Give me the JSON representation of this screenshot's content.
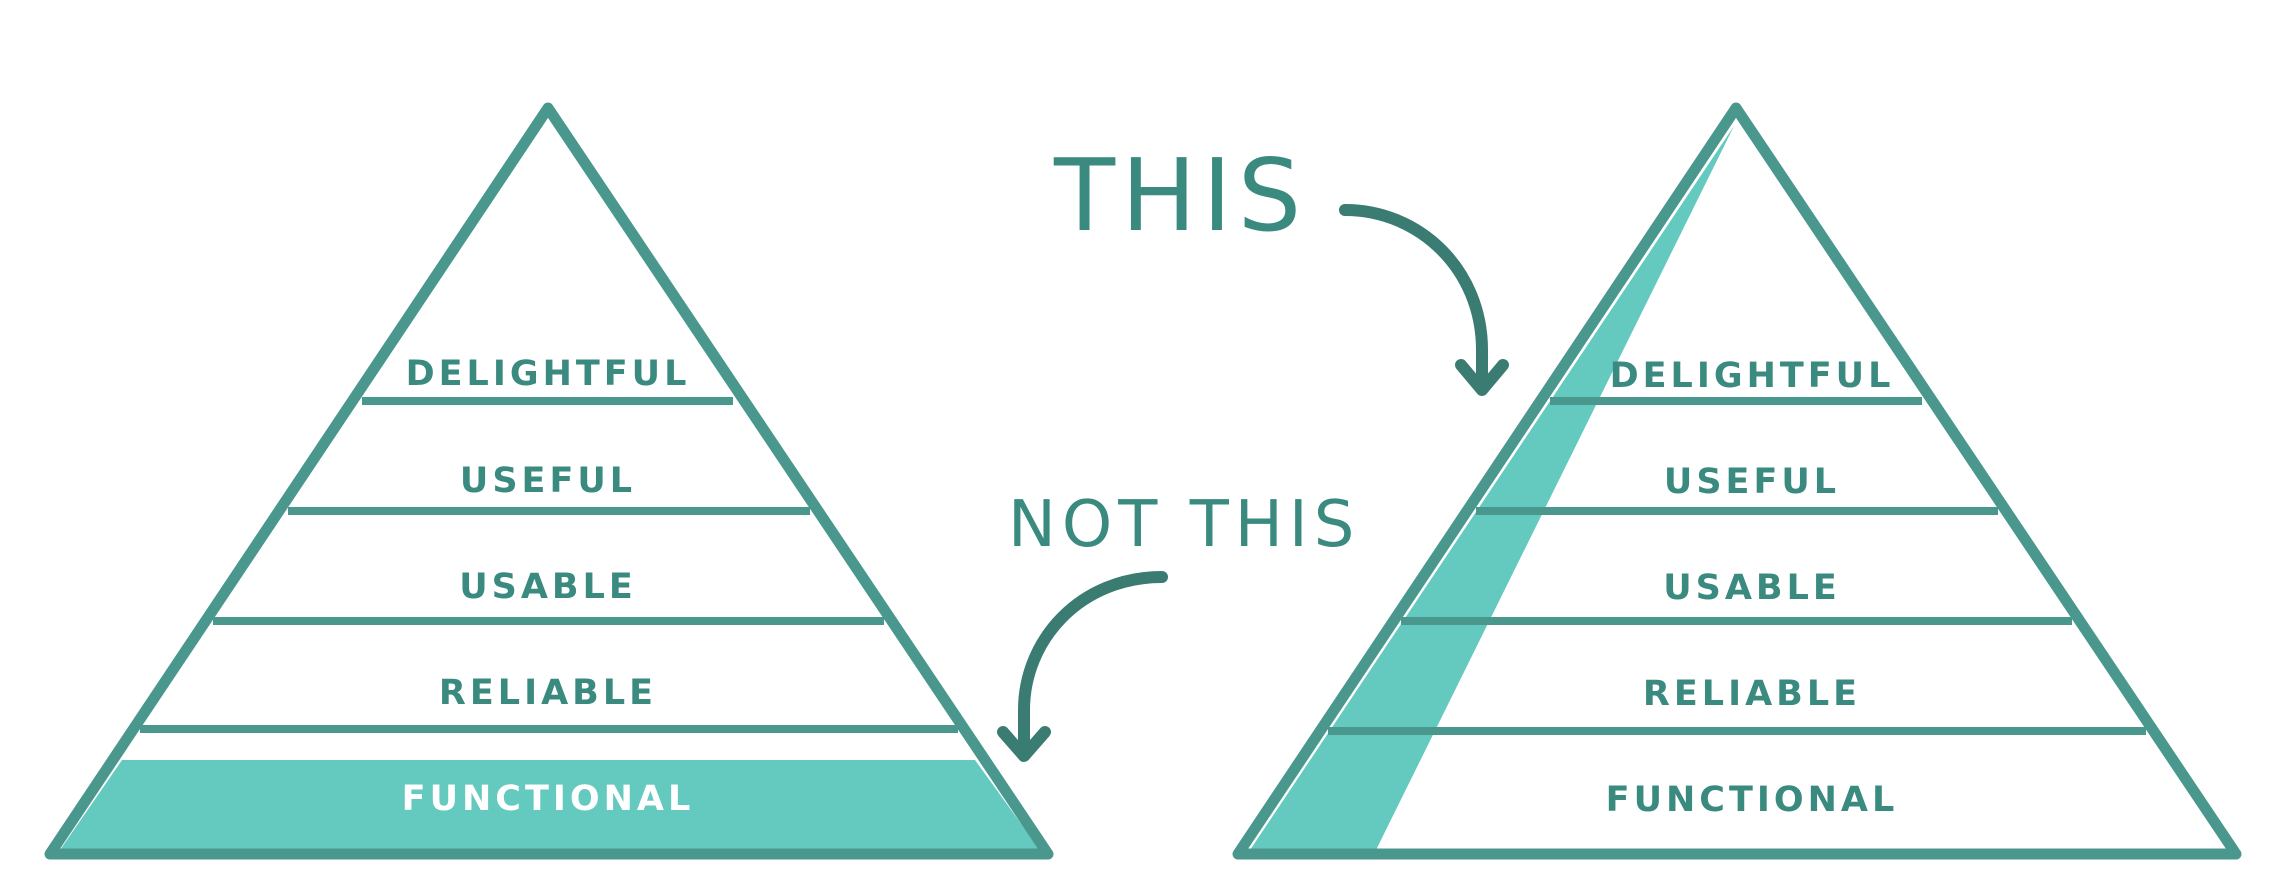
{
  "colors": {
    "outline": "#4a978d",
    "text": "#3a8a80",
    "fill": "#64c9bf",
    "arrow": "#3b7c72",
    "filled_text": "#ffffff"
  },
  "left_pyramid": {
    "layers": [
      "DELIGHTFUL",
      "USEFUL",
      "USABLE",
      "RELIABLE",
      "FUNCTIONAL"
    ],
    "highlighted_layer": "FUNCTIONAL"
  },
  "right_pyramid": {
    "layers": [
      "DELIGHTFUL",
      "USEFUL",
      "USABLE",
      "RELIABLE",
      "FUNCTIONAL"
    ],
    "highlight": "vertical slice through all layers"
  },
  "captions": {
    "this": "THIS",
    "not_this": "NOT THIS"
  }
}
